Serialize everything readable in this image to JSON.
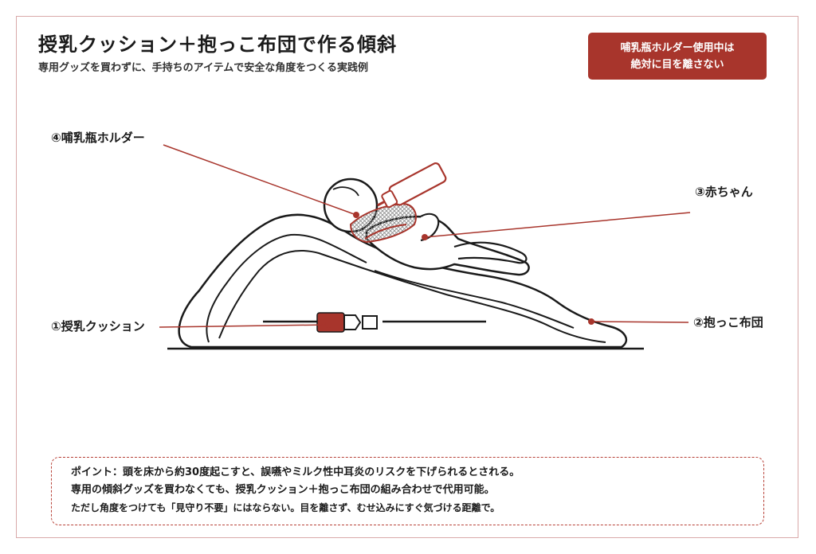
{
  "header": {
    "title": "授乳クッション＋抱っこ布団で作る傾斜",
    "subtitle": "専用グッズを買わずに、手持ちのアイテムで安全な角度をつくる実践例"
  },
  "warning": {
    "line1": "哺乳瓶ホルダー使用中は",
    "line2": "絶対に目を離さない"
  },
  "labels": {
    "bottle_holder": "④哺乳瓶ホルダー",
    "baby": "③赤ちゃん",
    "nursing_cushion": "①授乳クッション",
    "hug_futon": "②抱っこ布団"
  },
  "note": {
    "line1": "ポイント：頭を床から約30度起こすと、誤嚥やミルク性中耳炎のリスクを下げられるとされる。",
    "line2": "専用の傾斜グッズを買わなくても、授乳クッション＋抱っこ布団の組み合わせで代用可能。",
    "line3": "ただし角度をつけても「見守り不要」にはならない。目を離さず、むせ込みにすぐ気づける距離で。"
  },
  "colors": {
    "accent": "#a8352c",
    "frame": "#d9a9a9",
    "line": "#1a1a1a"
  }
}
